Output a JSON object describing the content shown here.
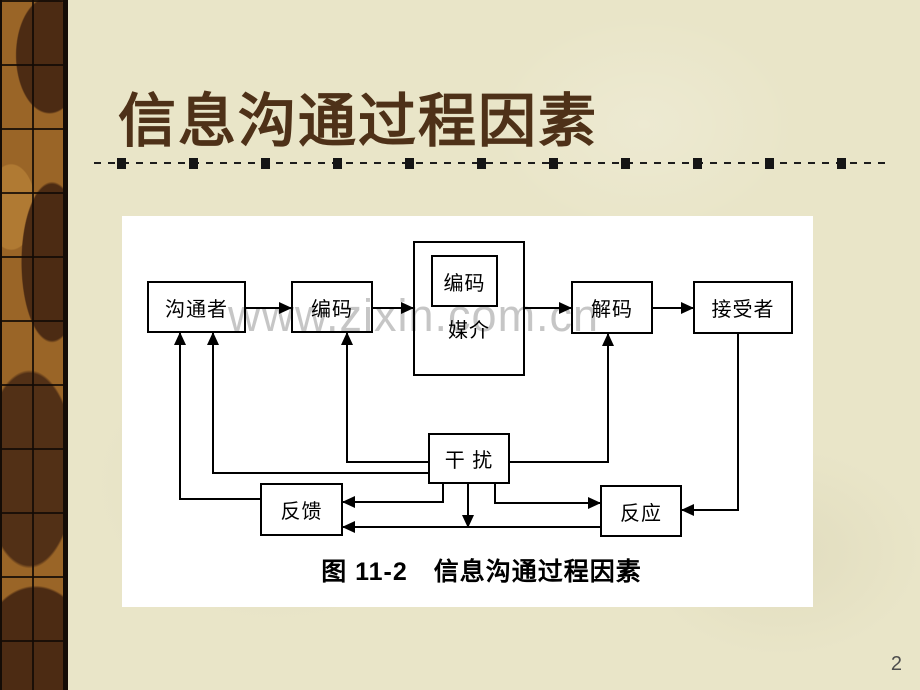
{
  "slide": {
    "title": "信息沟通过程因素",
    "watermark": "www.zixin.com.cn",
    "page_number": "2",
    "colors": {
      "background": "#e9e5c8",
      "title_text": "#4e3118",
      "panel": "#ffffff",
      "diagram_stroke": "#000000",
      "watermark_text": "#bcbcbc",
      "sidebar_light": "#9a6527",
      "sidebar_dark": "#4c2b13"
    }
  },
  "diagram": {
    "caption": "图 11-2　信息沟通过程因素",
    "nodes": {
      "communicator": {
        "label": "沟通者"
      },
      "encoding": {
        "label": "编码"
      },
      "media": {
        "label": "媒介"
      },
      "media_inner_encoding": {
        "label": "编码"
      },
      "decoding": {
        "label": "解码"
      },
      "receiver": {
        "label": "接受者"
      },
      "interference": {
        "label": "干 扰"
      },
      "feedback": {
        "label": "反馈"
      },
      "response": {
        "label": "反应"
      }
    },
    "edges": [
      {
        "from": "沟通者",
        "to": "编码"
      },
      {
        "from": "编码",
        "to": "媒介"
      },
      {
        "from": "媒介",
        "to": "解码"
      },
      {
        "from": "解码",
        "to": "接受者"
      },
      {
        "from": "接受者",
        "to": "反应"
      },
      {
        "from": "反应",
        "to": "反馈"
      },
      {
        "from": "反馈",
        "to": "沟通者"
      },
      {
        "from": "干扰",
        "to": "沟通者"
      },
      {
        "from": "干扰",
        "to": "编码"
      },
      {
        "from": "干扰",
        "to": "解码"
      },
      {
        "from": "干扰",
        "to": "反馈"
      },
      {
        "from": "干扰",
        "to": "反应"
      },
      {
        "from": "干扰",
        "to": "反应-反馈通道"
      }
    ]
  }
}
